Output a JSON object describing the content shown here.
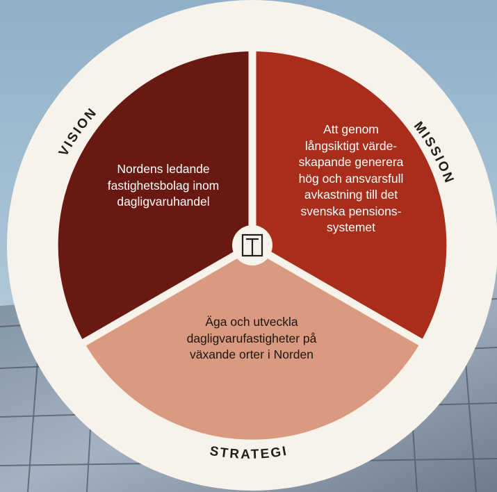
{
  "segments": {
    "vision": {
      "label": "VISION",
      "text": "Nordens ledande\nfastighetsbolag inom\ndagligvaruhandel",
      "color": "#6a1812",
      "text_color": "#ffffff"
    },
    "mission": {
      "label": "MISSION",
      "text": "Att genom\nlångsiktigt värde-\nskapande generera\nhög och ansvarsfull\navkastning till det\nsvenska pensions-\nsystemet",
      "color": "#a82e1b",
      "text_color": "#ffffff"
    },
    "strategi": {
      "label": "STRATEGI",
      "text": "Äga och utveckla\ndagligvarufastigheter på\nväxande orter i Norden",
      "color": "#d99a80",
      "text_color": "#1e1410"
    }
  },
  "logo": {
    "glyph": "T",
    "icon": "logo-t-icon"
  },
  "colors": {
    "ring": "#f7f2ea",
    "label": "#1e1e1e",
    "sky_top": "#8fb0c8",
    "sky_bottom": "#c2d5e2"
  }
}
